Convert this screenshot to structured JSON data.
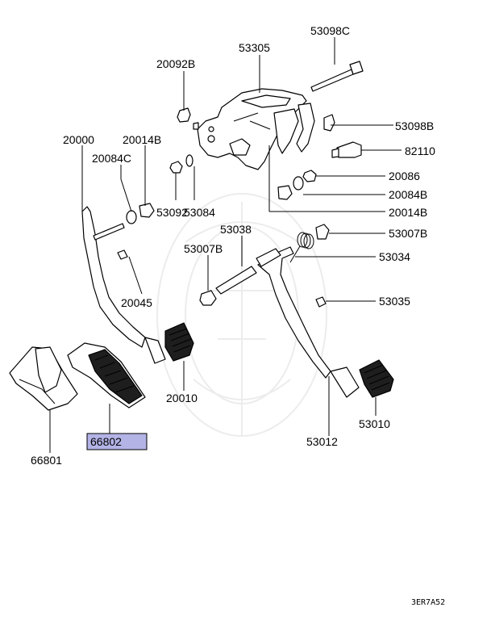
{
  "diagram": {
    "callouts": [
      {
        "id": "c53305",
        "text": "53305"
      },
      {
        "id": "c53098C",
        "text": "53098C"
      },
      {
        "id": "c20092B",
        "text": "20092B"
      },
      {
        "id": "c53098B",
        "text": "53098B"
      },
      {
        "id": "c20000",
        "text": "20000"
      },
      {
        "id": "c20014B_l",
        "text": "20014B"
      },
      {
        "id": "c20084C",
        "text": "20084C"
      },
      {
        "id": "c82110",
        "text": "82110"
      },
      {
        "id": "c20086",
        "text": "20086"
      },
      {
        "id": "c20084B",
        "text": "20084B"
      },
      {
        "id": "c20014B_r",
        "text": "20014B"
      },
      {
        "id": "c53092",
        "text": "53092"
      },
      {
        "id": "c53084",
        "text": "53084"
      },
      {
        "id": "c53038",
        "text": "53038"
      },
      {
        "id": "c53007B_r",
        "text": "53007B"
      },
      {
        "id": "c53007B_l",
        "text": "53007B"
      },
      {
        "id": "c53034",
        "text": "53034"
      },
      {
        "id": "c20045",
        "text": "20045"
      },
      {
        "id": "c53035",
        "text": "53035"
      },
      {
        "id": "c20010",
        "text": "20010"
      },
      {
        "id": "c53010",
        "text": "53010"
      },
      {
        "id": "c66802",
        "text": "66802",
        "highlight": true
      },
      {
        "id": "c53012",
        "text": "53012"
      },
      {
        "id": "c66801",
        "text": "66801"
      }
    ],
    "figure_code": "3ER7A52",
    "highlight_color": "#b3b3e6"
  }
}
